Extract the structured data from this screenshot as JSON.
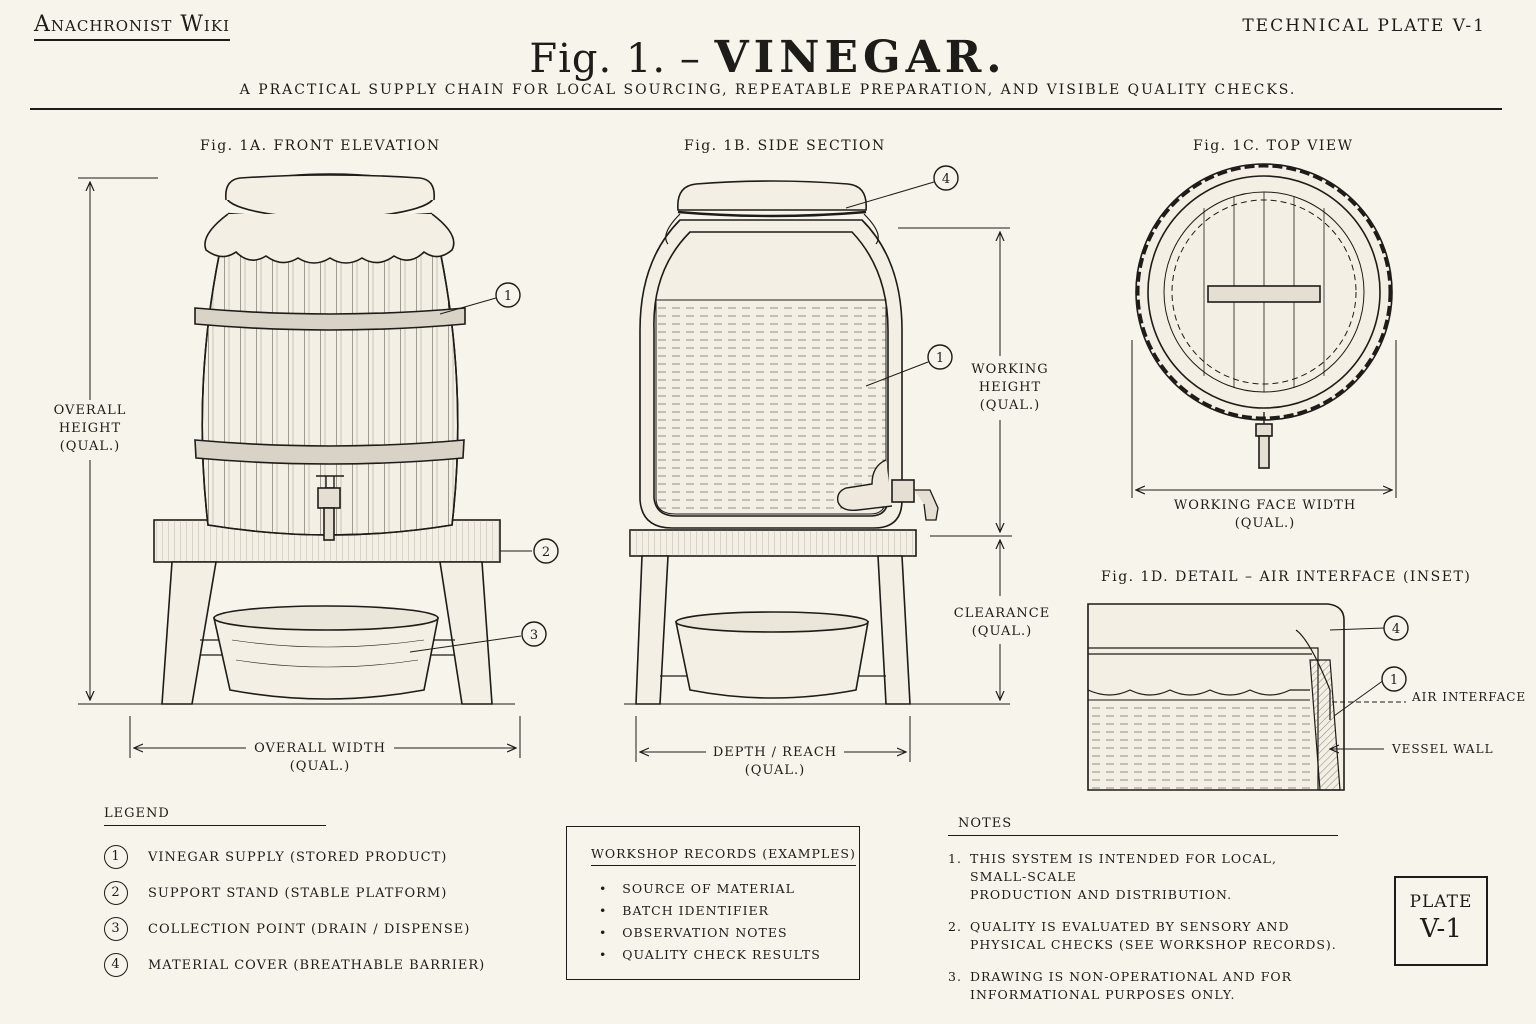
{
  "header": {
    "site_name": "Anachronist Wiki",
    "plate_label": "TECHNICAL PLATE  V-1",
    "title_prefix": "Fig. 1. – ",
    "title_main": "VINEGAR.",
    "subtitle": "A PRACTICAL SUPPLY CHAIN FOR LOCAL SOURCING, REPEATABLE PREPARATION, AND VISIBLE QUALITY CHECKS."
  },
  "figures": {
    "fig1a": {
      "caption": "Fig. 1A.  FRONT ELEVATION",
      "height_label": [
        "OVERALL",
        "HEIGHT",
        "(QUAL.)"
      ],
      "width_label": [
        "OVERALL WIDTH",
        "(QUAL.)"
      ],
      "callouts": [
        "1",
        "2",
        "3"
      ]
    },
    "fig1b": {
      "caption": "Fig. 1B.  SIDE SECTION",
      "working_height_label": [
        "WORKING",
        "HEIGHT",
        "(QUAL.)"
      ],
      "clearance_label": [
        "CLEARANCE",
        "(QUAL.)"
      ],
      "depth_label": [
        "DEPTH / REACH",
        "(QUAL.)"
      ],
      "callouts": [
        "4",
        "1"
      ]
    },
    "fig1c": {
      "caption": "Fig. 1C.  TOP VIEW",
      "width_label": [
        "WORKING FACE WIDTH",
        "(QUAL.)"
      ]
    },
    "fig1d": {
      "caption": "Fig. 1D.  DETAIL – AIR INTERFACE (INSET)",
      "air_label": "AIR INTERFACE",
      "wall_label": "VESSEL WALL",
      "callouts": [
        "4",
        "1"
      ]
    }
  },
  "legend": {
    "title": "LEGEND",
    "items": [
      {
        "num": "1",
        "label": "VINEGAR SUPPLY (STORED PRODUCT)"
      },
      {
        "num": "2",
        "label": "SUPPORT STAND (STABLE PLATFORM)"
      },
      {
        "num": "3",
        "label": "COLLECTION POINT (DRAIN / DISPENSE)"
      },
      {
        "num": "4",
        "label": "MATERIAL COVER (BREATHABLE BARRIER)"
      }
    ]
  },
  "records": {
    "title": "WORKSHOP RECORDS (EXAMPLES)",
    "items": [
      "SOURCE OF MATERIAL",
      "BATCH IDENTIFIER",
      "OBSERVATION NOTES",
      "QUALITY CHECK RESULTS"
    ]
  },
  "notes": {
    "title": "NOTES",
    "items": [
      {
        "num": "1.",
        "lines": [
          "THIS SYSTEM IS INTENDED FOR LOCAL, SMALL-SCALE",
          "PRODUCTION AND DISTRIBUTION."
        ]
      },
      {
        "num": "2.",
        "lines": [
          "QUALITY IS EVALUATED BY SENSORY AND",
          "PHYSICAL CHECKS (SEE WORKSHOP RECORDS)."
        ]
      },
      {
        "num": "3.",
        "lines": [
          "DRAWING IS NON-OPERATIONAL AND FOR",
          "INFORMATIONAL PURPOSES ONLY."
        ]
      }
    ]
  },
  "plate": {
    "label": "PLATE",
    "id": "V-1"
  }
}
